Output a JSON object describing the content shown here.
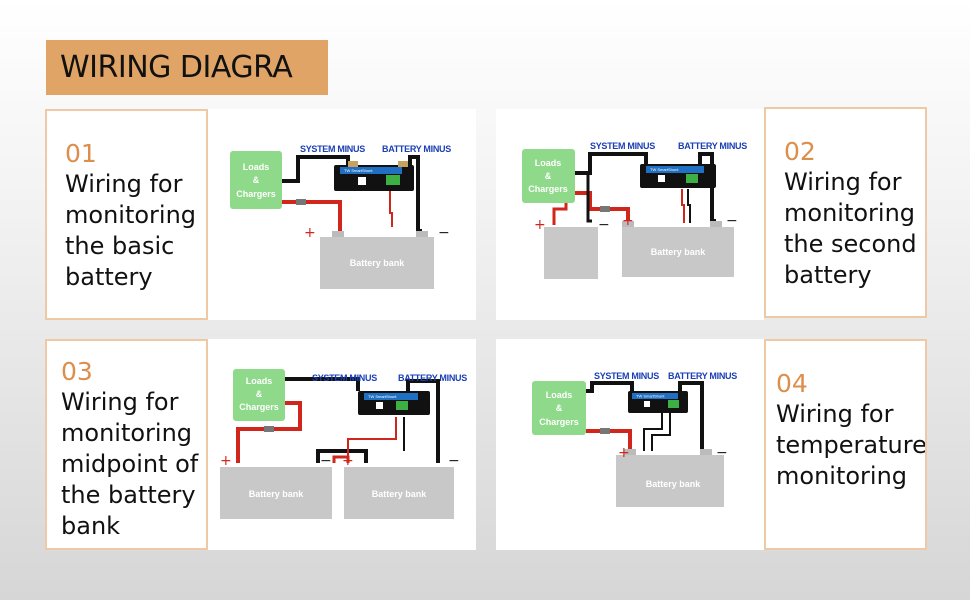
{
  "title": "WIRING DIAGRA",
  "colors": {
    "accent": "#dfa466",
    "number": "#dc8e4c",
    "card_border": "#efc9a4",
    "label_blue": "#1a3fb5",
    "loads_green": "#8fd98a",
    "battery_grey": "#c8c8c8",
    "wire_red": "#d0261c",
    "wire_black": "#111111",
    "shunt_blue": "#1f6fc2"
  },
  "diagram_labels": {
    "system_minus": "SYSTEM MINUS",
    "battery_minus": "BATTERY MINUS",
    "battery_bank": "Battery bank",
    "loads_line1": "Loads",
    "loads_line2": "&",
    "loads_line3": "Chargers",
    "device_name": "TW SmartShunt",
    "plus": "+",
    "minus": "−"
  },
  "sections": [
    {
      "number": "01",
      "text": "Wiring for\nmonitoring\nthe basic\nbattery"
    },
    {
      "number": "02",
      "text": "Wiring for\nmonitoring\nthe second\nbattery"
    },
    {
      "number": "03",
      "text": "Wiring for\nmonitoring\nmidpoint of\nthe battery\nbank"
    },
    {
      "number": "04",
      "text": "Wiring for\ntemperature\nmonitoring"
    }
  ]
}
